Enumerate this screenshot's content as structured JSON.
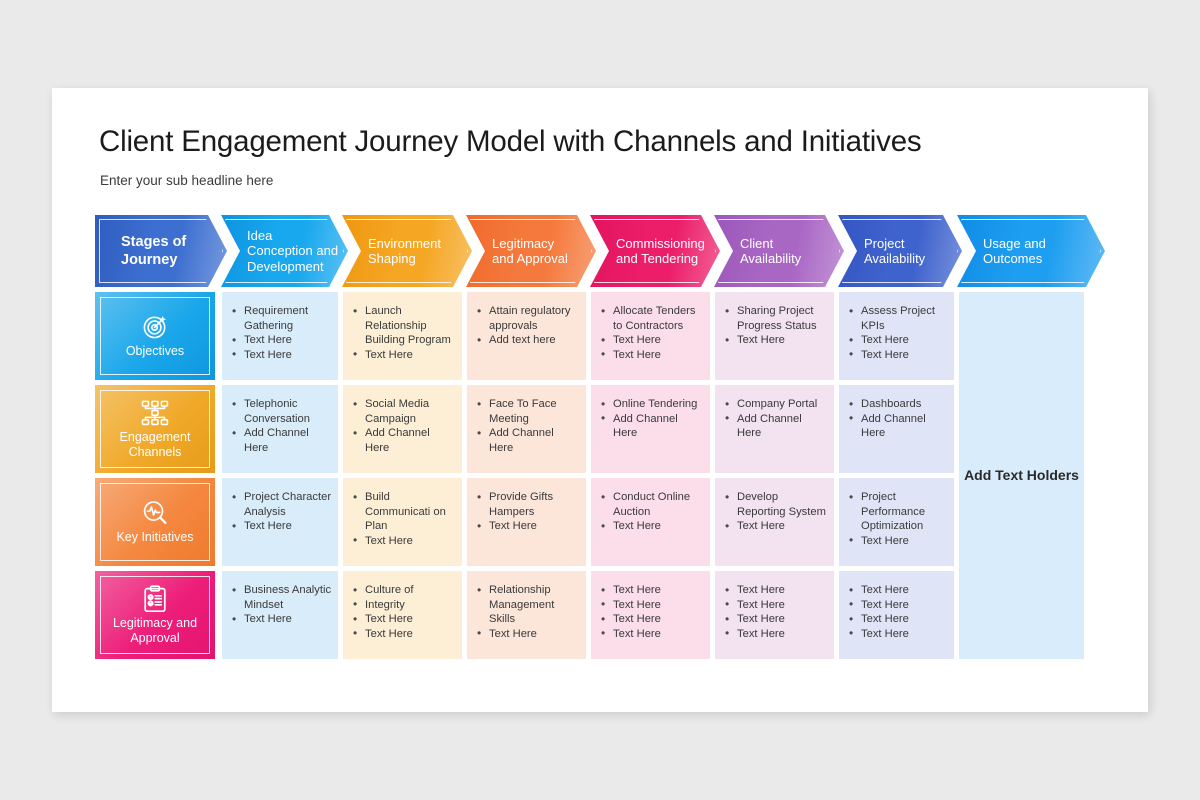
{
  "slide": {
    "title": "Client Engagement Journey Model with Channels and Initiatives",
    "subtitle": "Enter your sub headline here",
    "background": "#eaeaea",
    "canvas": "#ffffff"
  },
  "header": {
    "stages": [
      {
        "label": "Stages of\nJourney",
        "color": "#3d6fd0",
        "accent": "#2f5cc0"
      },
      {
        "label": "Idea\nConception and\nDevelopment",
        "color": "#18a8ee",
        "accent": "#0d93e0"
      },
      {
        "label": "Environment\nShaping",
        "color": "#f5a623",
        "accent": "#ef9710"
      },
      {
        "label": "Legitimacy\nand Approval",
        "color": "#f5793c",
        "accent": "#f06a2c"
      },
      {
        "label": "Commissioning\nand Tendering",
        "color": "#ec1d69",
        "accent": "#e2135f"
      },
      {
        "label": "Client\nAvailability",
        "color": "#a967c4",
        "accent": "#9b57b9"
      },
      {
        "label": "Project\nAvailability",
        "color": "#3f63cd",
        "accent": "#3454c2"
      },
      {
        "label": "Usage and\nOutcomes",
        "color": "#1e9ef0",
        "accent": "#0f8ce6"
      }
    ]
  },
  "rows": [
    {
      "label": "Objectives",
      "icon": "target-icon",
      "color": "#1aa7ea",
      "accent": "#0f96dd",
      "cells": [
        {
          "tint": "#d9ecfa",
          "items": [
            "Requirement Gathering",
            "Text Here",
            "Text Here"
          ]
        },
        {
          "tint": "#fcefd6",
          "items": [
            "Launch Relationship Building Program",
            "Text Here"
          ]
        },
        {
          "tint": "#fce6da",
          "items": [
            "Attain regulatory approvals",
            "Add text here"
          ]
        },
        {
          "tint": "#fbdeea",
          "items": [
            "Allocate Tenders to Contractors",
            "Text Here",
            "Text Here"
          ]
        },
        {
          "tint": "#f3e2ef",
          "items": [
            "Sharing Project Progress Status",
            "Text Here"
          ]
        },
        {
          "tint": "#dfe5f7",
          "items": [
            "Assess Project KPIs",
            "Text Here",
            "Text Here"
          ]
        }
      ]
    },
    {
      "label": "Engagement\nChannels",
      "icon": "network-icon",
      "color": "#f0a92a",
      "accent": "#e79b18",
      "cells": [
        {
          "tint": "#d9ecfa",
          "items": [
            "Telephonic Conversation",
            "Add Channel Here"
          ]
        },
        {
          "tint": "#fcefd6",
          "items": [
            "Social Media Campaign",
            "Add Channel Here"
          ]
        },
        {
          "tint": "#fce6da",
          "items": [
            "Face To Face Meeting",
            "Add Channel Here"
          ]
        },
        {
          "tint": "#fbdeea",
          "items": [
            "Online Tendering",
            "Add Channel Here"
          ]
        },
        {
          "tint": "#f3e2ef",
          "items": [
            "Company Portal",
            "Add Channel Here"
          ]
        },
        {
          "tint": "#dfe5f7",
          "items": [
            "Dashboards",
            "Add Channel Here"
          ]
        }
      ]
    },
    {
      "label": "Key Initiatives",
      "icon": "pulse-search-icon",
      "color": "#f4873f",
      "accent": "#ef7a2c",
      "cells": [
        {
          "tint": "#d9ecfa",
          "items": [
            "Project Character Analysis",
            "Text Here"
          ]
        },
        {
          "tint": "#fcefd6",
          "items": [
            "Build Communicati on Plan",
            "Text Here"
          ]
        },
        {
          "tint": "#fce6da",
          "items": [
            "Provide Gifts Hampers",
            "Text Here"
          ]
        },
        {
          "tint": "#fbdeea",
          "items": [
            "Conduct Online Auction",
            "Text Here"
          ]
        },
        {
          "tint": "#f3e2ef",
          "items": [
            "Develop Reporting System",
            "Text Here"
          ]
        },
        {
          "tint": "#dfe5f7",
          "items": [
            "Project Performance Optimization",
            "Text Here"
          ]
        }
      ]
    },
    {
      "label": "Legitimacy and\nApproval",
      "icon": "clipboard-check-icon",
      "color": "#ed1e79",
      "accent": "#e31370",
      "cells": [
        {
          "tint": "#d9ecfa",
          "items": [
            "Business Analytic Mindset",
            "Text Here"
          ]
        },
        {
          "tint": "#fcefd6",
          "items": [
            "Culture of",
            "Integrity",
            "Text Here",
            "Text Here"
          ]
        },
        {
          "tint": "#fce6da",
          "items": [
            "Relationship Management Skills",
            "Text Here"
          ]
        },
        {
          "tint": "#fbdeea",
          "items": [
            "Text Here",
            "Text Here",
            "Text Here",
            "Text Here"
          ]
        },
        {
          "tint": "#f3e2ef",
          "items": [
            "Text Here",
            "Text Here",
            "Text Here",
            "Text Here"
          ]
        },
        {
          "tint": "#dfe5f7",
          "items": [
            "Text Here",
            "Text Here",
            "Text Here",
            "Text Here"
          ]
        }
      ]
    }
  ],
  "placeholder_column": {
    "label": "Add Text Holders",
    "tint": "#d9ecfb"
  }
}
